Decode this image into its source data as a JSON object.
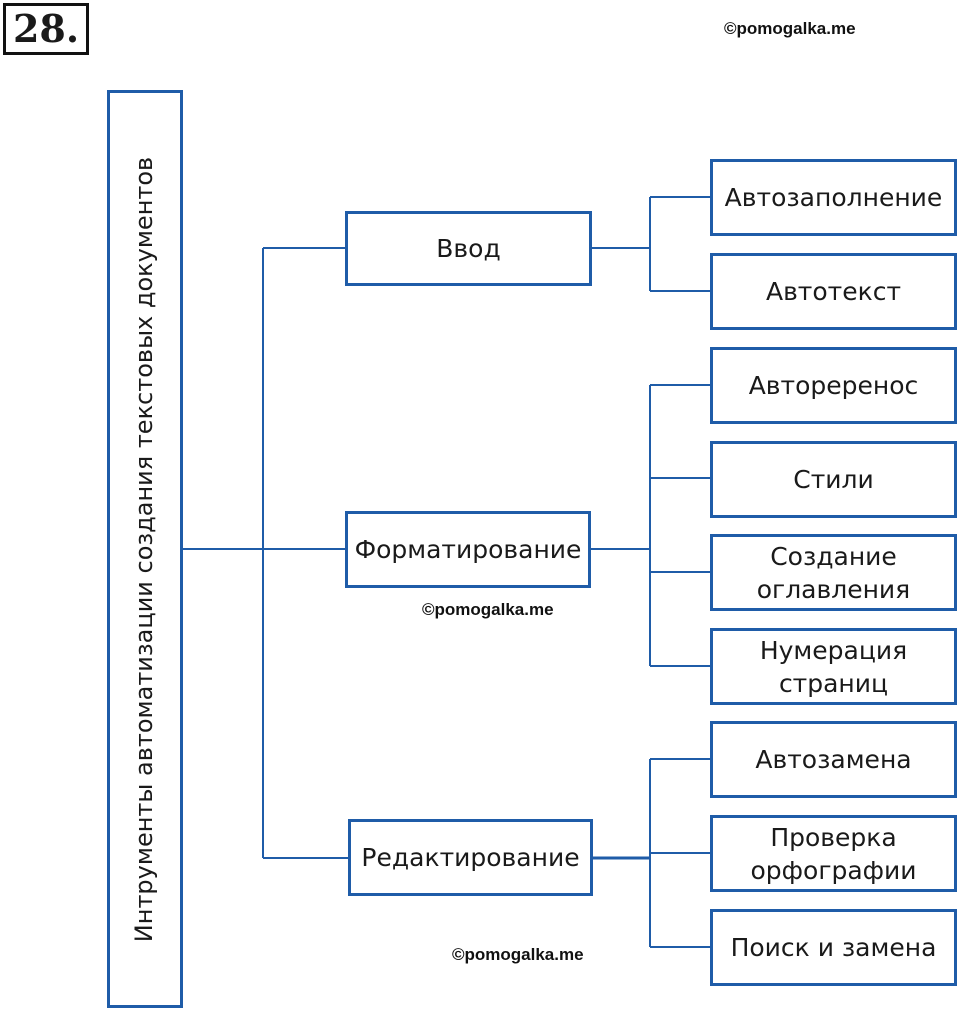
{
  "task_number": "28.",
  "watermarks": [
    "©pomogalka.me",
    "©pomogalka.me",
    "©pomogalka.me"
  ],
  "root": {
    "label": "Интрументы автоматизации создания текстовых документов"
  },
  "categories": [
    {
      "label": "Ввод",
      "items": [
        "Автозаполнение",
        "Автотекст"
      ]
    },
    {
      "label": "Форматирование",
      "items": [
        "Авторереноc",
        "Стили",
        "Создание\nоглавления",
        "Нумерация\nстраниц"
      ]
    },
    {
      "label": "Редактирование",
      "items": [
        "Автозамена",
        "Проверка\nорфографии",
        "Поиск и замена"
      ]
    }
  ],
  "colors": {
    "line": "#1f5ca8",
    "box_border": "#1f5ca8"
  }
}
